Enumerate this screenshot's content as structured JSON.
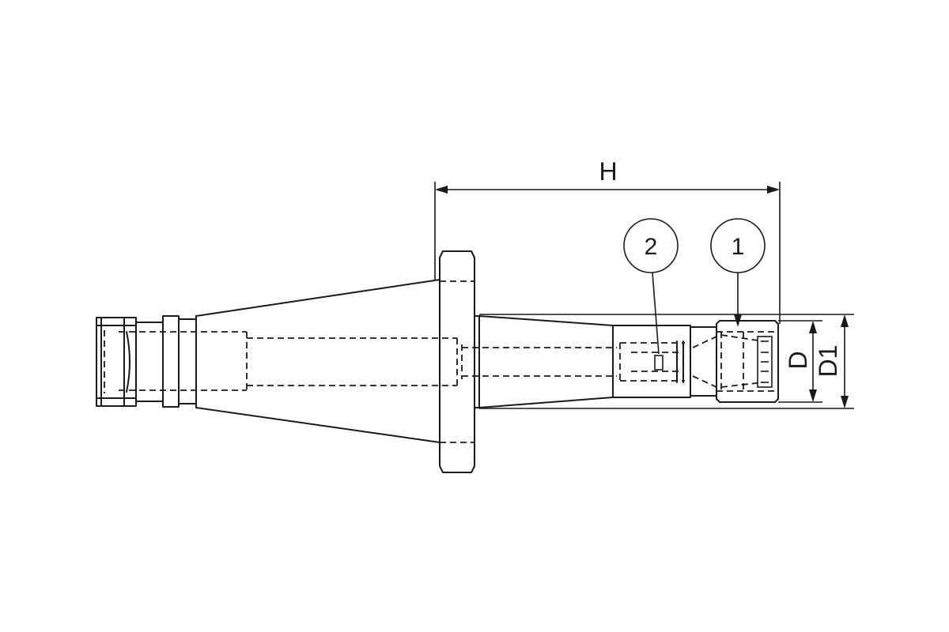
{
  "dimensions": {
    "length_label": "H",
    "bore_label": "D",
    "outer_label": "D1"
  },
  "callouts": [
    {
      "number": "1"
    },
    {
      "number": "2"
    }
  ]
}
